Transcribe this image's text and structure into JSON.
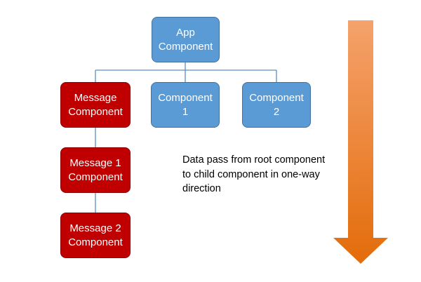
{
  "colors": {
    "blue_fill": "#5b9bd5",
    "blue_border": "#41729f",
    "red_fill": "#c00000",
    "red_border": "#8b0000",
    "connector": "#5b8fc4",
    "arrow_top": "#f5a26c",
    "arrow_bottom": "#e36c0a"
  },
  "nodes": {
    "app": {
      "label": "App\nComponent"
    },
    "message": {
      "label": "Message\nComponent"
    },
    "component1": {
      "label": "Component\n1"
    },
    "component2": {
      "label": "Component\n2"
    },
    "message1": {
      "label": "Message 1\nComponent"
    },
    "message2": {
      "label": "Message 2\nComponent"
    }
  },
  "caption": "Data pass from root component\nto child component in one-way\ndirection",
  "arrow": {
    "icon": "down-arrow-icon"
  }
}
